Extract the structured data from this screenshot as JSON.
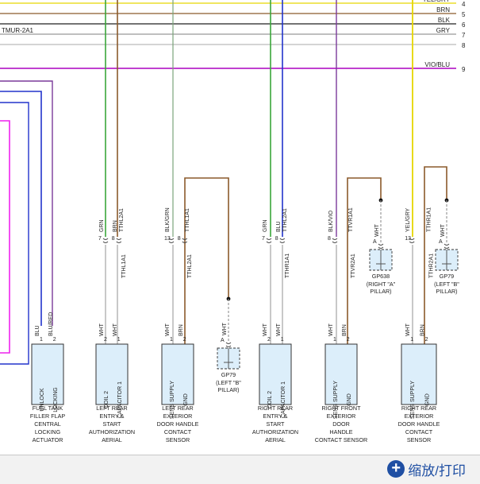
{
  "rails": {
    "items": [
      {
        "label": "YEL/GRY",
        "pin": "4",
        "color": "#e6d600"
      },
      {
        "label": "BRN",
        "pin": "5",
        "color": "#8b5a2b"
      },
      {
        "label": "BLK",
        "pin": "6",
        "color": "#222222"
      },
      {
        "label": "GRY",
        "pin": "7",
        "color": "#999999"
      },
      {
        "label": "",
        "pin": "8",
        "color": "#bbbbbb"
      },
      {
        "label": "VIO/BLU",
        "pin": "9",
        "color": "#c040d0"
      }
    ],
    "left_tag": "TMUR-2A1"
  },
  "colors": {
    "green": "#3aa63a",
    "blue": "#2233cc",
    "violet": "#7a3a9a",
    "magenta": "#ee22ee",
    "brown": "#8b5a2b",
    "yellow": "#e6d600",
    "white_wire": "#bbbbbb",
    "box": "#dceefa"
  },
  "components": {
    "fuel_flap": {
      "caption": [
        "FUEL TANK",
        "FILLER FLAP",
        "CENTRAL",
        "LOCKING",
        "ACTUATOR"
      ],
      "pins": [
        "UNLOCK",
        "LOCKING"
      ],
      "pin_nums": [
        "1",
        "2"
      ],
      "wires": [
        "BLU",
        "BLU/RED"
      ]
    },
    "left_rear_aerial": {
      "caption": [
        "LEFT REAR",
        "ENTRY &",
        "START",
        "AUTHORIZATION",
        "AERIAL"
      ],
      "pins": [
        "COIL 2",
        "CAPACITOR 1"
      ],
      "pin_nums": [
        "2",
        "1"
      ],
      "wires": [
        "WHT",
        "WHT"
      ],
      "up_nums": [
        "7",
        "8"
      ],
      "up_wires": [
        "GRN",
        "BRN"
      ],
      "circuit_up": "TTHL2A1",
      "circuit_dn": "TTHL1A1"
    },
    "left_rear_sensor": {
      "caption": [
        "LEFT REAR",
        "EXTERIOR",
        "DOOR HANDLE",
        "CONTACT",
        "SENSOR"
      ],
      "pins": [
        "SENS SUPPLY",
        "GND"
      ],
      "pin_nums": [
        "1",
        "2"
      ],
      "wires": [
        "WHT",
        "BRN"
      ],
      "up_nums": [
        "13",
        "8"
      ],
      "up_wires": [
        "BLK/GRN",
        ""
      ],
      "circuit_up": "TTHL1A1",
      "circuit_dn": "TTHL2A1"
    },
    "gp79_left": {
      "name": "GP79",
      "sub": [
        "(LEFT \"B\"",
        "PILLAR)"
      ],
      "wire": "WHT",
      "pin": "A"
    },
    "right_rear_aerial": {
      "caption": [
        "RIGHT REAR",
        "ENTRY &",
        "START",
        "AUTHORIZATION",
        "AERIAL"
      ],
      "pins": [
        "COIL 2",
        "CAPACITOR 1"
      ],
      "pin_nums": [
        "2",
        "1"
      ],
      "wires": [
        "WHT",
        "WHT"
      ],
      "up_nums": [
        "7",
        "8"
      ],
      "up_wires": [
        "GRN",
        "BLU"
      ],
      "circuit_up": "TTHL2A1",
      "circuit_dn": "TTHR1A1"
    },
    "right_front_sensor": {
      "caption": [
        "RIGHT FRONT",
        "EXTERIOR",
        "DOOR",
        "HANDLE",
        "CONTACT SENSOR"
      ],
      "pins": [
        "SENS SUPPLY",
        "GND"
      ],
      "pin_nums": [
        "1",
        "2"
      ],
      "wires": [
        "WHT",
        "BRN"
      ],
      "up_nums": [
        "8"
      ],
      "up_wires": [
        "BLK/VIO"
      ],
      "circuit_up": "TTVR1A1",
      "circuit_dn": "TTVR2A1"
    },
    "gp638": {
      "name": "GP638",
      "sub": [
        "(RIGHT \"A\"",
        "PILLAR)"
      ],
      "wire": "WHT",
      "pin": "A"
    },
    "right_rear_sensor": {
      "caption": [
        "RIGHT REAR",
        "EXTERIOR",
        "DOOR HANDLE",
        "CONTACT",
        "SENSOR"
      ],
      "pins": [
        "SENS SUPPLY",
        "GND"
      ],
      "pin_nums": [
        "1",
        "2"
      ],
      "wires": [
        "WHT",
        "BRN"
      ],
      "up_nums": [
        "13"
      ],
      "up_wires": [
        "YEL/GRY"
      ],
      "circuit_up": "TTHR1A1",
      "circuit_dn": "TTHR2A1"
    },
    "gp79_right": {
      "name": "GP79",
      "sub": [
        "(LEFT \"B\"",
        "PILLAR)"
      ],
      "wire": "WHT",
      "pin": "A"
    }
  },
  "footer": {
    "zoom_print": "缩放/打印",
    "icon": "plus-circle-icon"
  }
}
